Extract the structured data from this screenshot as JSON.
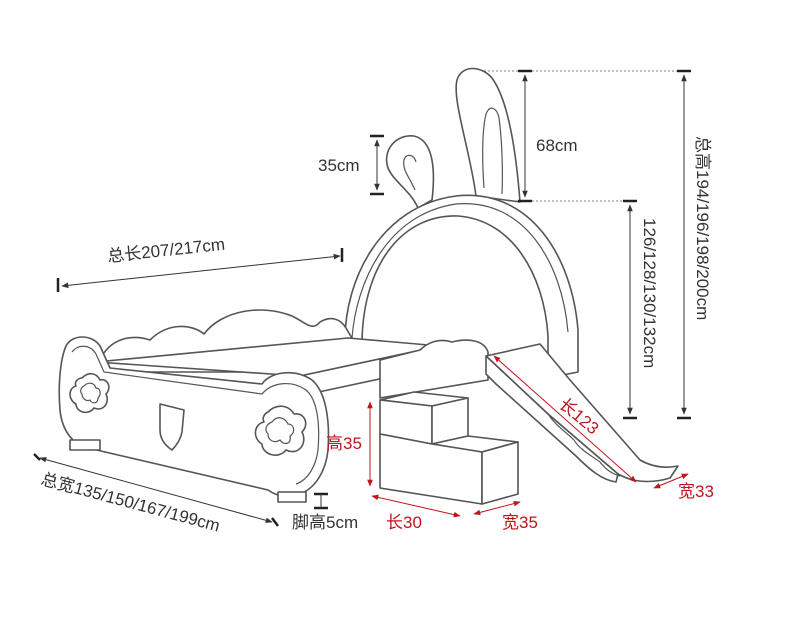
{
  "labels": {
    "total_length": "总长207/217cm",
    "total_width": "总宽135/150/167/199cm",
    "foot_height": "脚高5cm",
    "ear_height": "35cm",
    "ear_top": "68cm",
    "headboard_height": "126/128/130/132cm",
    "total_height": "总高194/196/198/200cm",
    "step_height": "高35",
    "step_length": "长30",
    "step_width": "宽35",
    "slide_length": "长123",
    "slide_width": "宽33"
  },
  "colors": {
    "outline": "#555555",
    "dimension_black": "#333333",
    "dimension_red": "#c0141c"
  }
}
